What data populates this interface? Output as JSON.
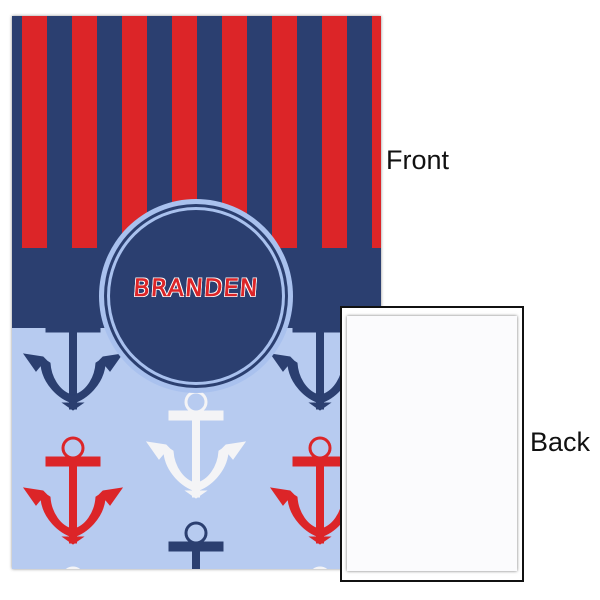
{
  "front": {
    "label": "Front",
    "name_text": "BRANDEN"
  },
  "back": {
    "label": "Back"
  },
  "colors": {
    "navy": "#2b3f70",
    "red": "#dc2528",
    "light_blue": "#b7cbf0",
    "ring_blue": "#a9c1ee",
    "white_anchor": "#f4f4f6"
  }
}
